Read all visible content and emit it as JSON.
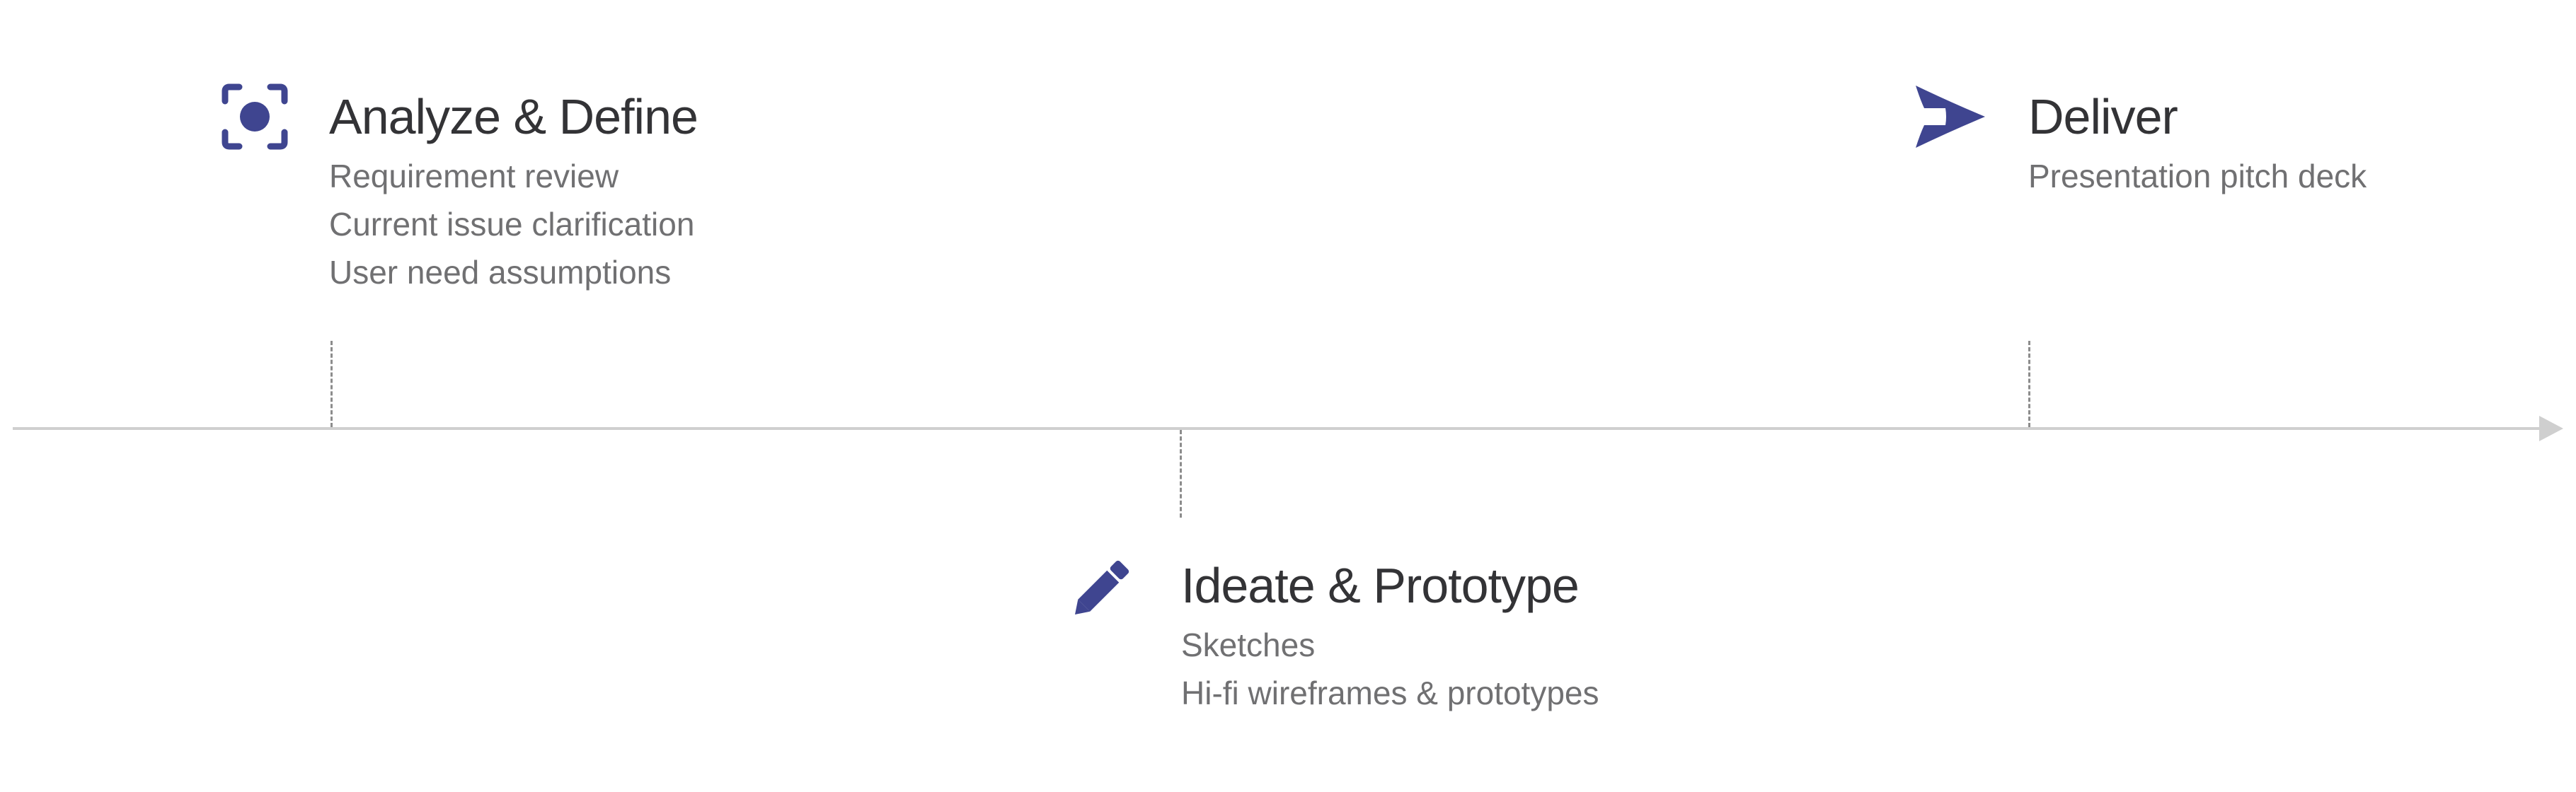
{
  "colors": {
    "icon": "#3f4590",
    "title": "#333336",
    "item": "#707072",
    "axis": "#cfcfcf",
    "tick": "#8c8c8c"
  },
  "phases": [
    {
      "icon": "focus-target-icon",
      "title": "Analyze & Define",
      "items": [
        "Requirement review",
        "Current issue clarification",
        "User need assumptions"
      ]
    },
    {
      "icon": "pencil-icon",
      "title": "Ideate & Prototype",
      "items": [
        "Sketches",
        "Hi-fi wireframes & prototypes"
      ]
    },
    {
      "icon": "paper-plane-icon",
      "title": "Deliver",
      "items": [
        "Presentation pitch deck"
      ]
    }
  ]
}
